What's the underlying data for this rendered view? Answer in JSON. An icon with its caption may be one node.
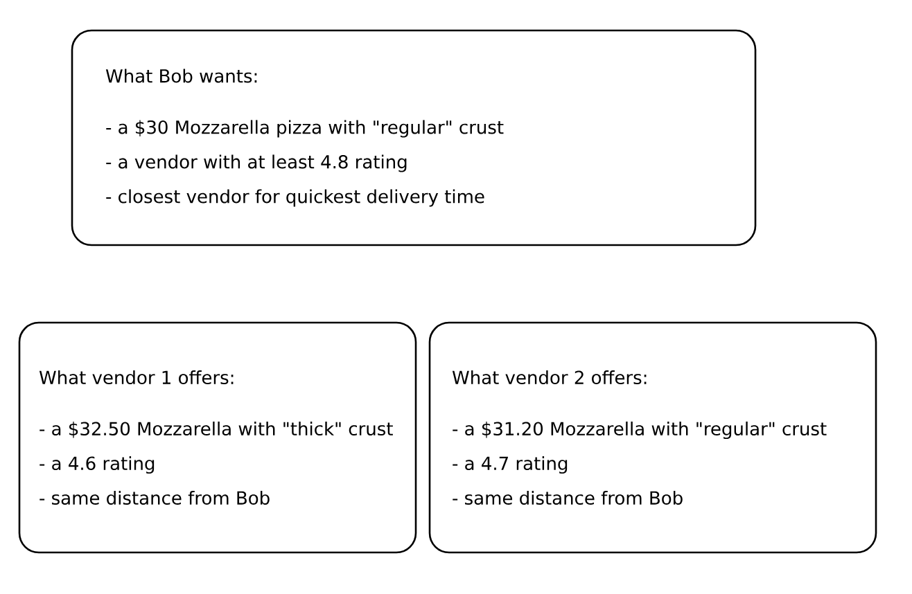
{
  "diagram": {
    "nodes": [
      {
        "text": [
          "What Bob wants:",
          "- a $30 Mozzarella pizza with \"regular\" crust",
          "- a vendor with at least 4.8 rating",
          "- closest vendor for quickest delivery time"
        ]
      },
      {
        "text": [
          "What vendor 1 offers:",
          "- a $32.50 Mozzarella with \"thick\" crust",
          "- a 4.6 rating",
          "- same distance from Bob"
        ]
      },
      {
        "text": [
          "What vendor 2 offers:",
          "- a $31.20 Mozzarella with \"regular\" crust",
          "- a 4.7 rating",
          "- same distance from Bob"
        ]
      }
    ]
  }
}
